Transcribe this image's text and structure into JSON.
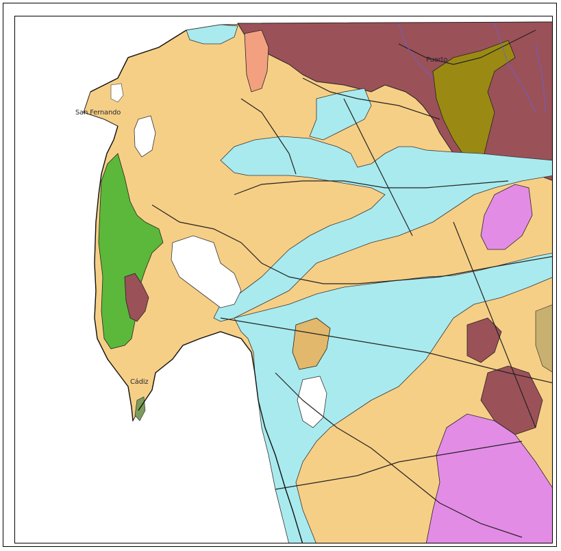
{
  "map": {
    "colors": {
      "sea": "#ffffff",
      "sand": "#f6cf86",
      "marsh": "#a9eaee",
      "brown": "#9b5158",
      "olive": "#9a8a14",
      "green": "#5cb83a",
      "dark_green": "#7b9c5a",
      "salmon": "#f2a080",
      "violet": "#e38ce6",
      "tan": "#c8b070",
      "white_lagoon": "#ffffff",
      "lines": "#222222",
      "rivers": "#6b5fd0"
    },
    "labels": {
      "san_fernando": "San Fernando",
      "cadiz": "Cádiz",
      "puerto": "Puerto"
    }
  }
}
